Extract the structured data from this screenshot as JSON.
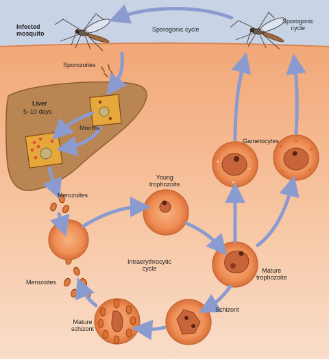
{
  "labels": {
    "infected_mosquito": "Infected\nmosquito",
    "sporogonic_cycle_top": "Sporogonic cycle",
    "sporogonic_cycle_right": "Sporogonic\ncycle",
    "sporozoites": "Sporozoites",
    "liver": "Liver",
    "liver_days": "5–10 days",
    "months": "Months",
    "merozoites_upper": "Merozoites",
    "young_trophozoite": "Young\ntrophozoite",
    "gametocytes": "Gametocytes",
    "intraerythrocytic_cycle": "Intraerythrocytic\ncycle",
    "mature_trophozoite": "Mature\ntrophozoite",
    "merozoites_lower": "Merozoites",
    "schizont": "Schizont",
    "mature_schizont": "Mature\nschizont"
  },
  "colors": {
    "background": "#c9d3e6",
    "skin_top": "#f2a777",
    "skin_bottom": "#f9ddc9",
    "liver": "#b98552",
    "rbc": "#ef8f56",
    "nucleus": "#8b3b17",
    "arrow": "#8b9bd0"
  }
}
